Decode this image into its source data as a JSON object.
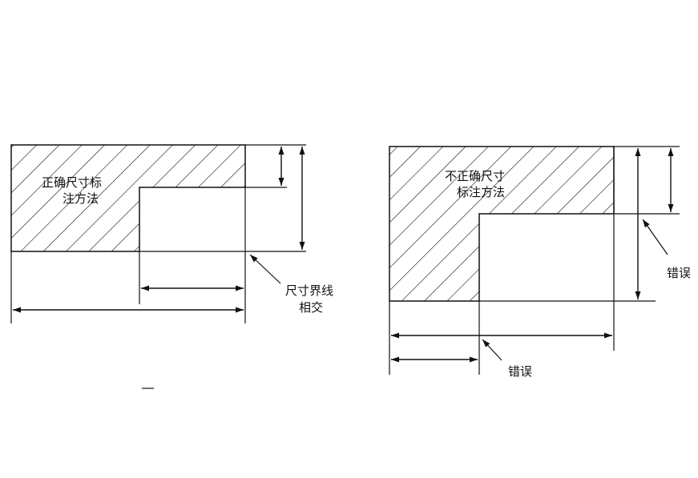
{
  "left_figure": {
    "title_line1": "正确尺寸标",
    "title_line2": "注方法",
    "callout_line1": "尺寸界线",
    "callout_line2": "相交"
  },
  "right_figure": {
    "title_line1": "不正确尺寸",
    "title_line2": "标注方法",
    "error_label_right": "错误",
    "error_label_bottom": "错误"
  },
  "colors": {
    "ink": "#111111",
    "background": "#ffffff"
  }
}
